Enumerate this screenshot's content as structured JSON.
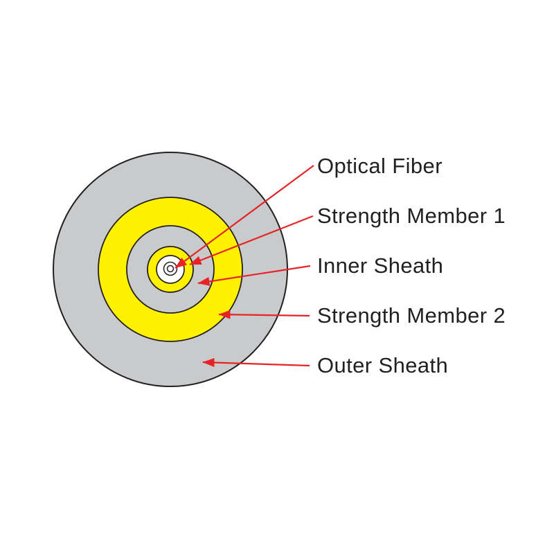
{
  "diagram": {
    "type": "fiber-optic-cable-cross-section",
    "labels": [
      {
        "id": "optical-fiber",
        "text": "Optical Fiber"
      },
      {
        "id": "strength-member-1",
        "text": "Strength Member 1"
      },
      {
        "id": "inner-sheath",
        "text": "Inner Sheath"
      },
      {
        "id": "strength-member-2",
        "text": "Strength Member 2"
      },
      {
        "id": "outer-sheath",
        "text": "Outer Sheath"
      }
    ],
    "colors": {
      "sheath_gray": "#c9cacc",
      "strength_yellow": "#fff100",
      "fiber_white": "#ffffff",
      "outline": "#231f20",
      "arrow_red": "#e62428",
      "label_text": "#231f20",
      "background": "#ffffff"
    }
  }
}
